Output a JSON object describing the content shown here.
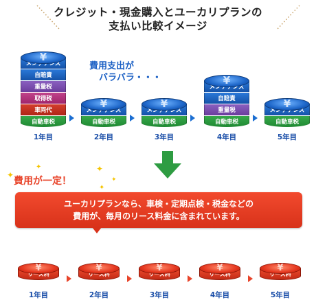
{
  "title": {
    "line1": "クレジット・現金購入とユーカリプランの",
    "line2": "支払い比較イメージ"
  },
  "stacks": [
    {
      "year": "1年目",
      "layers": [
        "メンテナンス",
        "自賠責",
        "重量税",
        "取得税",
        "車両代",
        "自動車税"
      ]
    },
    {
      "year": "2年目",
      "layers": [
        "メンテナンス",
        "自動車税"
      ]
    },
    {
      "year": "3年目",
      "layers": [
        "メンテナンス",
        "自動車税"
      ]
    },
    {
      "year": "4年目",
      "layers": [
        "メンテナンス",
        "自賠責",
        "重量税",
        "自動車税"
      ]
    },
    {
      "year": "5年目",
      "layers": [
        "メンテナンス",
        "自動車税"
      ]
    }
  ],
  "note": {
    "line1": "費用支出が",
    "line2": "バラバラ・・・"
  },
  "fixed_label": "費用が一定！",
  "banner": {
    "line1": "ユーカリプランなら、車検・定期点検・税金などの",
    "line2": "費用が、毎月のリース料金に含まれています。"
  },
  "lease": {
    "label": "リース料",
    "years": [
      "1年目",
      "2年目",
      "3年目",
      "4年目",
      "5年目"
    ]
  },
  "yen_symbol": "¥",
  "colors": {
    "blue": "#1b6ed2",
    "red": "#e8442a",
    "green": "#2e9c42"
  }
}
